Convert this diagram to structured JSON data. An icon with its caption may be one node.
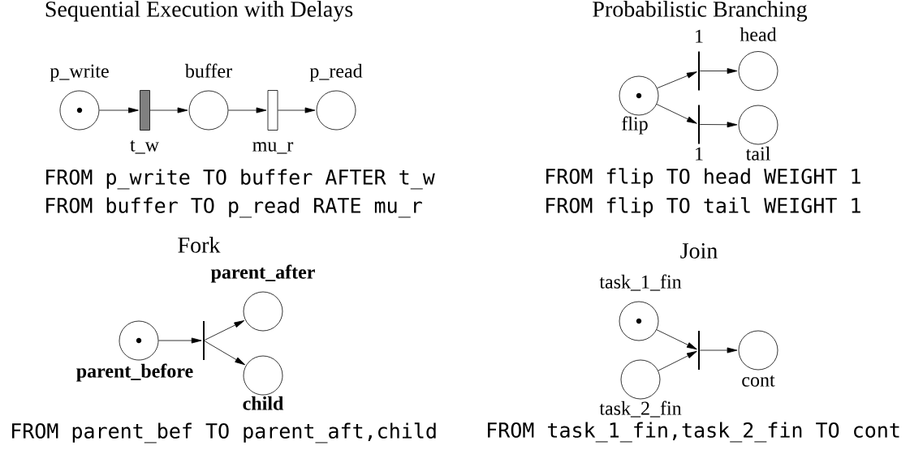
{
  "diagram": {
    "nodes": [
      {
        "text": [
          "p_write"
        ]
      },
      {
        "text": [
          "t_w"
        ]
      },
      {
        "text": [
          "buffer"
        ]
      },
      {
        "text": [
          "mu_r"
        ]
      },
      {
        "text": [
          "p_read"
        ]
      },
      {
        "text": [
          "flip"
        ]
      },
      {
        "text": [
          "1"
        ]
      },
      {
        "text": [
          "head"
        ]
      },
      {
        "text": [
          "1"
        ]
      },
      {
        "text": [
          "tail"
        ]
      },
      {
        "text": [
          "parent_before"
        ]
      },
      {
        "text": [],
        "shape": "bar"
      },
      {
        "text": [
          "parent_after"
        ]
      },
      {
        "text": [
          "child"
        ]
      },
      {
        "text": [
          "task_1_fin"
        ]
      },
      {
        "text": [
          "task_2_fin"
        ]
      },
      {
        "text": [],
        "shape": "bar"
      },
      {
        "text": [
          "cont"
        ]
      }
    ],
    "edges": [
      {
        "from": 0,
        "to": 1,
        "arrow": "to"
      },
      {
        "from": 1,
        "to": 2,
        "arrow": "to"
      },
      {
        "from": 2,
        "to": 3,
        "arrow": "to"
      },
      {
        "from": 3,
        "to": 4,
        "arrow": "to"
      },
      {
        "from": 5,
        "to": 6,
        "arrow": "to"
      },
      {
        "from": 6,
        "to": 7,
        "arrow": "to"
      },
      {
        "from": 5,
        "to": 8,
        "arrow": "to"
      },
      {
        "from": 8,
        "to": 9,
        "arrow": "to"
      },
      {
        "from": 10,
        "to": 11,
        "arrow": "to"
      },
      {
        "from": 11,
        "to": 12,
        "arrow": "to"
      },
      {
        "from": 11,
        "to": 13,
        "arrow": "to"
      },
      {
        "from": 14,
        "to": 16,
        "arrow": "to"
      },
      {
        "from": 15,
        "to": 16,
        "arrow": "to"
      },
      {
        "from": 16,
        "to": 17,
        "arrow": "to"
      }
    ],
    "labels": [
      "Sequential Execution with Delays",
      "Probabilistic Branching",
      "FROM p_write TO buffer AFTER t_w",
      "FROM flip TO head WEIGHT 1",
      "FROM buffer TO p_read RATE mu_r",
      "FROM flip TO tail WEIGHT 1",
      "Fork",
      "Join",
      "FROM parent_bef TO parent_aft,child",
      "FROM task_1_fin,task_2_fin TO cont"
    ]
  }
}
